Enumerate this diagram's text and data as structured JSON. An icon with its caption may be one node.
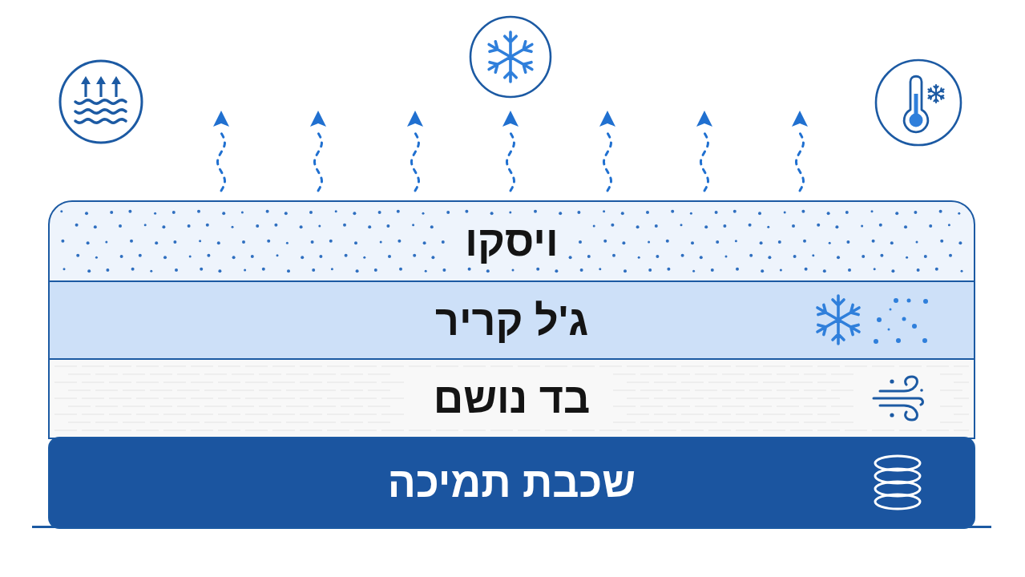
{
  "diagram": {
    "nodes": [
      {
        "text": [
          "ויסקו"
        ]
      },
      {
        "text": [
          "ג'ל קריר"
        ]
      },
      {
        "text": [
          "בד נושם"
        ]
      },
      {
        "text": [
          "שכבת תמיכה"
        ]
      }
    ]
  }
}
